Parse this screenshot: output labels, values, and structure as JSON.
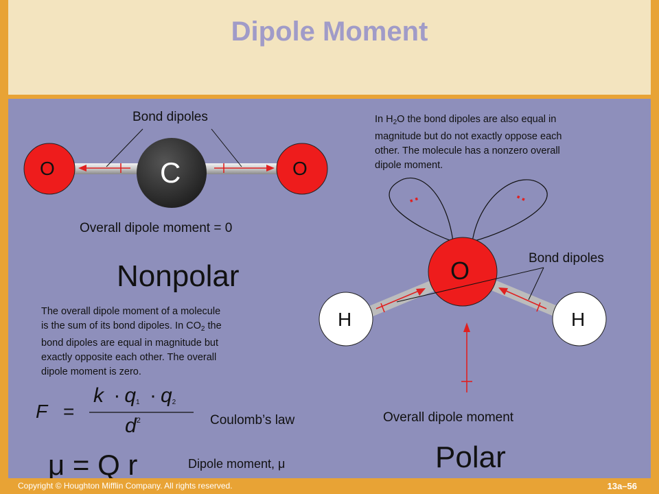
{
  "title": "Dipole Moment",
  "co2": {
    "bond_dipoles_label": "Bond dipoles",
    "atom_left": "O",
    "atom_center": "C",
    "atom_right": "O",
    "overall_label": "Overall dipole moment = 0",
    "classification": "Nonpolar",
    "description_1": "The overall dipole moment of a molecule",
    "description_2": "is the sum of its bond dipoles.  In CO",
    "description_2_sub": "2",
    "description_2_tail": " the",
    "description_3": "bond dipoles are equal in magnitude but",
    "description_4": "exactly opposite each other.  The overall",
    "description_5": "dipole moment is zero."
  },
  "h2o": {
    "description_1_pre": "In H",
    "description_1_sub": "2",
    "description_1_post": "O the bond dipoles are also equal in",
    "description_2": "magnitude but do not exactly oppose each",
    "description_3": "other.  The molecule has a nonzero overall",
    "description_4": "dipole moment.",
    "atom_center": "O",
    "atom_left": "H",
    "atom_right": "H",
    "lone_pair": "··",
    "bond_dipoles_label": "Bond dipoles",
    "overall_label": "Overall dipole moment",
    "classification": "Polar"
  },
  "equations": {
    "coulomb_label": "Coulomb’s law",
    "coulomb_F": "F",
    "coulomb_eq": "=",
    "coulomb_k": "k",
    "coulomb_dot": "·",
    "coulomb_q": "q",
    "coulomb_sub1": "1",
    "coulomb_sub2": "2",
    "coulomb_d": "d",
    "coulomb_exp": "2",
    "dipole_formula": "μ = Q r",
    "dipole_label": "Dipole moment, μ"
  },
  "footer": {
    "copyright": "Copyright © Houghton Mifflin Company. All rights reserved.",
    "page": "13a–56"
  },
  "colors": {
    "oxygen": "#ee1c1c",
    "carbon": "#333333",
    "hydrogen": "#ffffff",
    "arrow": "#e02020",
    "panel": "#8e8fbb"
  }
}
